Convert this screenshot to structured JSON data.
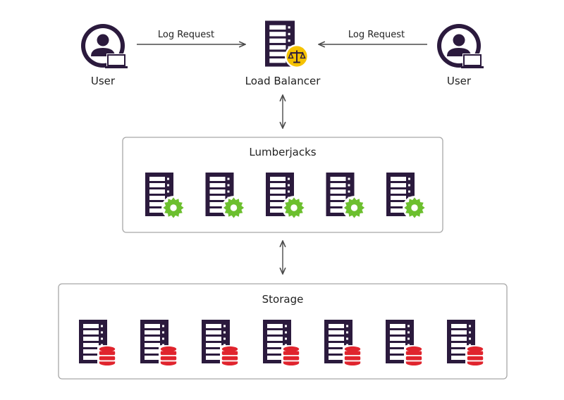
{
  "labels": {
    "user_left": "User",
    "user_right": "User",
    "load_balancer": "Load Balancer",
    "log_request_left": "Log Request",
    "log_request_right": "Log Request",
    "lumberjacks": "Lumberjacks",
    "storage": "Storage"
  },
  "nodes": {
    "lumberjack_count": 5,
    "storage_count": 7
  },
  "colors": {
    "server": "#2b1a3d",
    "gear": "#6cbf2e",
    "database": "#e0242d",
    "balance_badge": "#f5c200",
    "arrow": "#4a4a4a",
    "group_border": "#a8a8a8"
  },
  "icons": {
    "user": "user-laptop-icon",
    "load_balancer": "server-scale-icon",
    "lumberjack": "server-gear-icon",
    "storage": "server-database-icon"
  }
}
